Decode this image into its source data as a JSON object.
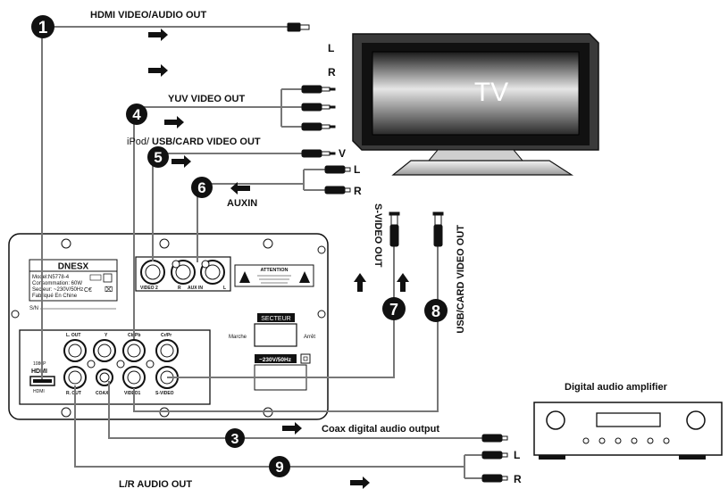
{
  "labels": {
    "hdmi_out": "HDMI VIDEO/AUDIO OUT",
    "yuv_out": "YUV VIDEO OUT",
    "ipod_out_a": "iPod/",
    "ipod_out_b": "USB/CARD VIDEO OUT",
    "auxin": "AUXIN",
    "svideo_out": "S-VIDEO OUT",
    "usb_card_out": "USB/CARD VIDEO OUT",
    "coax_out": "Coax digital audio output",
    "lr_audio_out": "L/R AUDIO OUT",
    "digital_amp": "Digital audio amplifier",
    "tv": "TV",
    "plug_L1": "L",
    "plug_R1": "R",
    "plug_V": "V",
    "plug_L2": "L",
    "plug_R2": "R",
    "plug_L3": "L",
    "plug_R3": "R"
  },
  "numbers": [
    "1",
    "3",
    "4",
    "5",
    "6",
    "7",
    "8",
    "9"
  ],
  "panel": {
    "brand": "DNESX",
    "model_line1": "Model:N5778-4",
    "model_line2": "Consommation: 60W",
    "model_line3": "Secteur: ~230V/50Hz",
    "model_line4": "Fabriqué En Chine",
    "attention": "ATTENTION",
    "sn": "S/N",
    "video2": "VIDEO 2",
    "r": "R",
    "auxin_l": "AUX IN",
    "l": "L",
    "secteur": "SECTEUR",
    "marche": "Marche",
    "arret": "Arrêt",
    "voltage": "~230V/50Hz",
    "lout": "L. OUT",
    "rout": "R. OUT",
    "coax": "COAX",
    "y": "Y",
    "cbpb": "Cb/Pb",
    "crpr": "Cr/Pr",
    "video1": "VIDEO1",
    "svideo": "S-VIDEO",
    "hdmi_res": "1080P",
    "hdmi_logo": "HDMI",
    "hdmi_port": "HDMI"
  }
}
